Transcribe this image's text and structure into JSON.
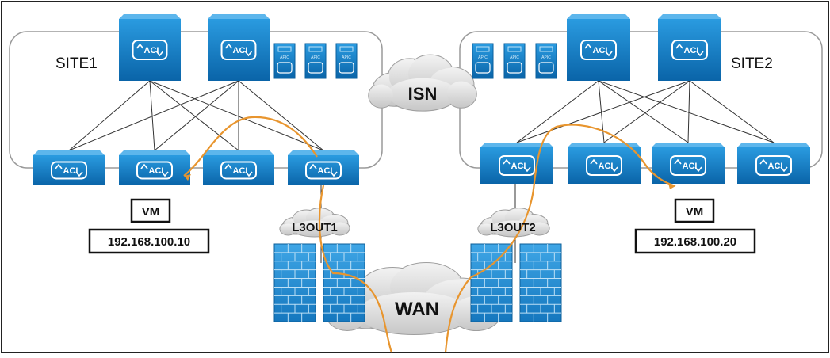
{
  "sites": [
    {
      "label": "SITE1"
    },
    {
      "label": "SITE2"
    }
  ],
  "isn_label": "ISN",
  "wan_label": "WAN",
  "l3outs": [
    {
      "label": "L3OUT1"
    },
    {
      "label": "L3OUT2"
    }
  ],
  "vms": [
    {
      "label": "VM",
      "ip": "192.168.100.10"
    },
    {
      "label": "VM",
      "ip": "192.168.100.20"
    }
  ],
  "switch_badge": "ACI",
  "apic_badge": "APIC",
  "colors": {
    "frame": "#222222",
    "site_outline": "#9a9a9a",
    "switch": "#0e7ac8",
    "switch_dark": "#0a5f9e",
    "cloud": "#dcdcdc",
    "path": "#e8952e",
    "link": "#333333"
  }
}
